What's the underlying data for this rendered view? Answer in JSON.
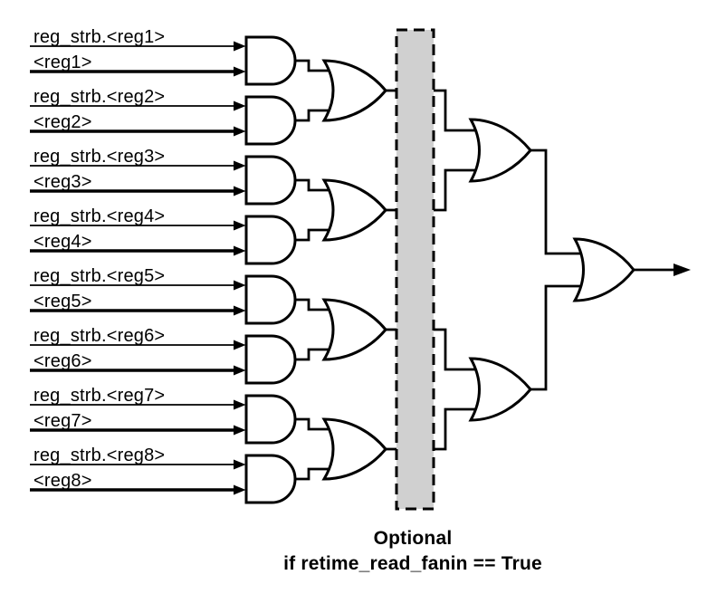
{
  "colors": {
    "background": "#ffffff",
    "line": "#000000",
    "optional_region_fill": "#d0d0d0"
  },
  "inputs": [
    {
      "strobe": "reg_strb.<reg1>",
      "reg": "<reg1>"
    },
    {
      "strobe": "reg_strb.<reg2>",
      "reg": "<reg2>"
    },
    {
      "strobe": "reg_strb.<reg3>",
      "reg": "<reg3>"
    },
    {
      "strobe": "reg_strb.<reg4>",
      "reg": "<reg4>"
    },
    {
      "strobe": "reg_strb.<reg5>",
      "reg": "<reg5>"
    },
    {
      "strobe": "reg_strb.<reg6>",
      "reg": "<reg6>"
    },
    {
      "strobe": "reg_strb.<reg7>",
      "reg": "<reg7>"
    },
    {
      "strobe": "reg_strb.<reg8>",
      "reg": "<reg8>"
    }
  ],
  "caption": {
    "line1": "Optional",
    "line2": "if retime_read_fanin == True"
  }
}
